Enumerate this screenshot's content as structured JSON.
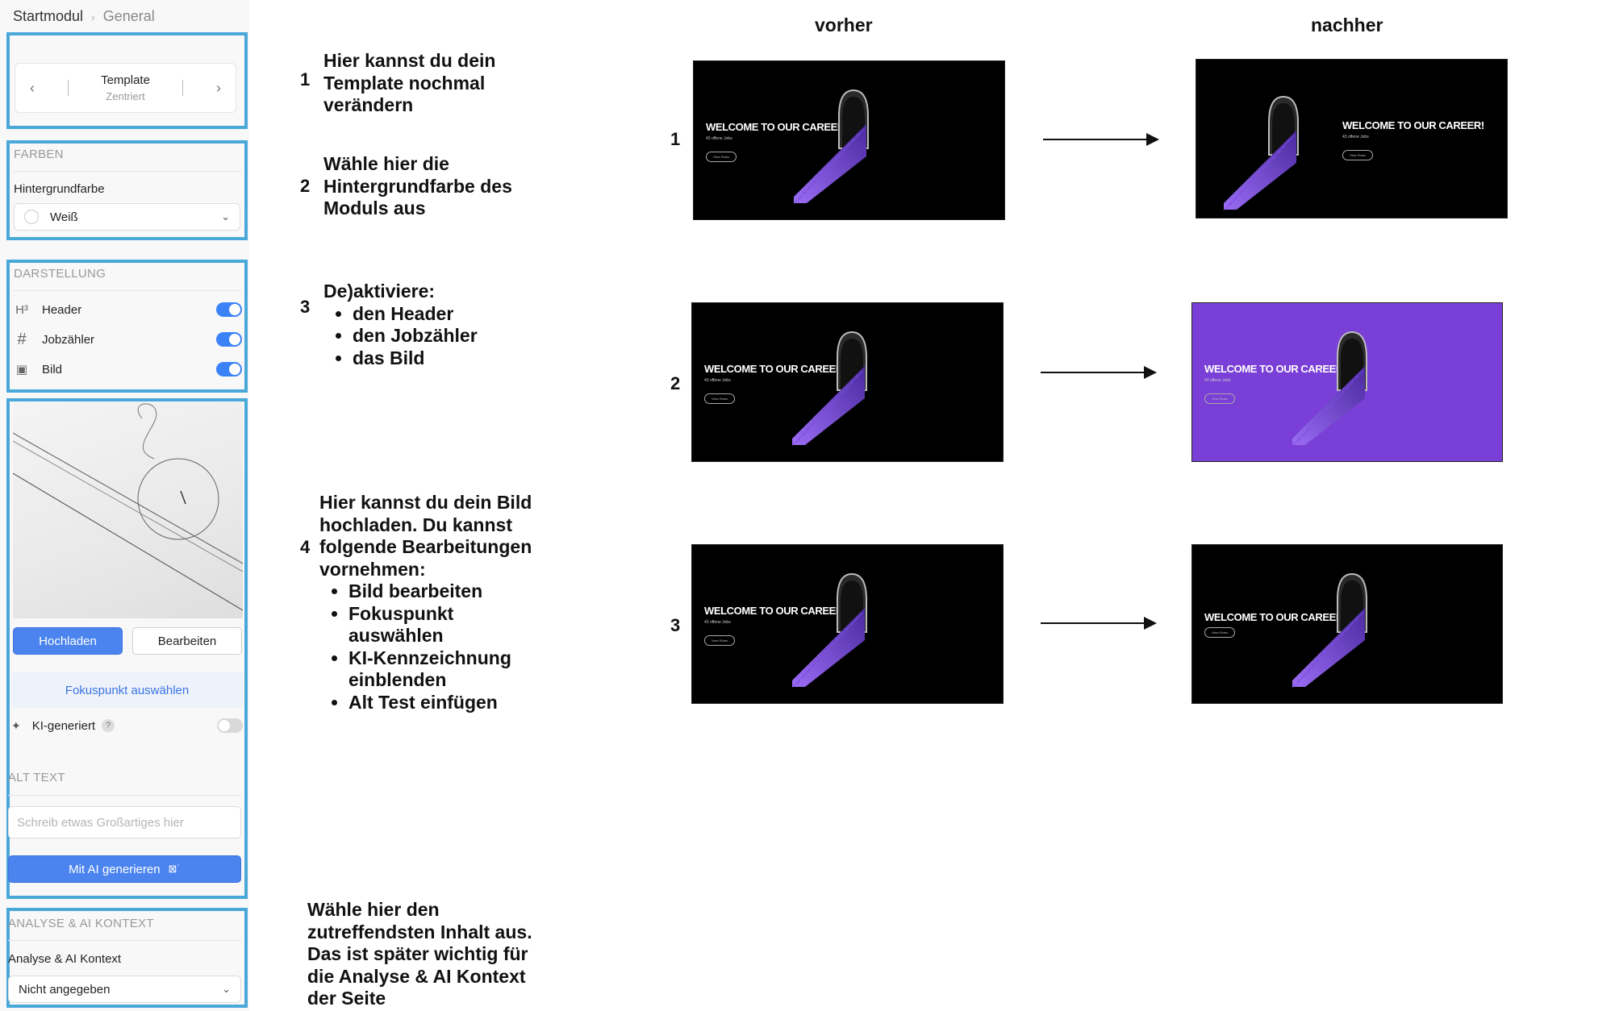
{
  "sidebar": {
    "breadcrumb": {
      "first": "Startmodul",
      "last": "General"
    },
    "template": {
      "label": "Template",
      "sub": "Zentriert"
    },
    "farben": {
      "title": "FARBEN",
      "label": "Hintergrundfarbe",
      "value": "Weiß"
    },
    "darstellung": {
      "title": "DARSTELLUNG",
      "items": [
        {
          "label": "Header",
          "icon": "heading-icon",
          "glyph": "H³",
          "on": true
        },
        {
          "label": "Jobzähler",
          "icon": "hash-icon",
          "glyph": "#",
          "on": true
        },
        {
          "label": "Bild",
          "icon": "image-icon",
          "glyph": "▣",
          "on": true
        }
      ]
    },
    "image": {
      "upload": "Hochladen",
      "edit": "Bearbeiten",
      "focus": "Fokuspunkt auswählen",
      "ki_label": "KI-generiert",
      "ki_help": "?",
      "ki_on": false
    },
    "alt": {
      "title": "ALT TEXT",
      "placeholder": "Schreib etwas Großartiges hier",
      "ai_button": "Mit AI generieren",
      "ai_glyph": "⊠˙"
    },
    "analyse": {
      "title": "ANALYSE & AI KONTEXT",
      "label": "Analyse & AI Kontext",
      "value": "Nicht angegeben"
    }
  },
  "instructions": {
    "step1": {
      "num": "1",
      "text": "Hier kannst du dein Template nochmal verändern"
    },
    "step2": {
      "num": "2",
      "text": "Wähle hier die Hintergrundfarbe des Moduls aus"
    },
    "step3": {
      "num": "3",
      "intro": "De)aktiviere:",
      "items": [
        "den Header",
        "den Jobzähler",
        "das Bild"
      ]
    },
    "step4": {
      "num": "4",
      "intro": "Hier kannst du dein Bild hochladen. Du kannst folgende Bearbeitungen vornehmen:",
      "items": [
        "Bild bearbeiten",
        "Fokuspunkt auswählen",
        "KI-Kennzeichnung einblenden",
        "Alt Test einfügen"
      ]
    },
    "step5": {
      "text": "Wähle hier den zutreffendsten Inhalt aus. Das ist später wichtig für die Analyse & AI Kontext der Seite"
    }
  },
  "comparison": {
    "before_header": "vorher",
    "after_header": "nachher",
    "rows": [
      {
        "num": "1"
      },
      {
        "num": "2"
      },
      {
        "num": "3"
      }
    ],
    "preview": {
      "title": "WELCOME TO OUR CAREER!",
      "sub": "43 offene Jobs",
      "btn": "View Roles"
    },
    "colors": {
      "dark": "#000000",
      "purple": "#7a3fd6",
      "highlight": "#4aa8d8",
      "primary": "#4b84ef"
    }
  }
}
